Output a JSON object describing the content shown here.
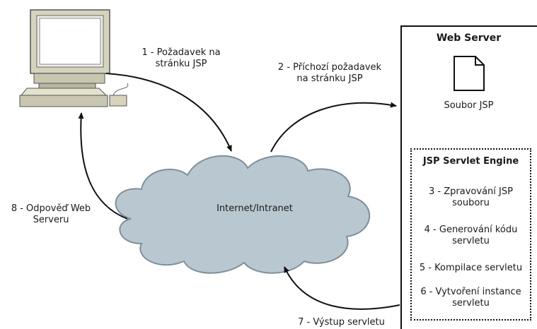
{
  "request_label": [
    "1 - Požadavek na",
    "stránku JSP"
  ],
  "incoming_label": [
    "2 - Příchozí požadavek",
    "na stránku JSP"
  ],
  "response_label": [
    "8 - Odpověď Web",
    "Serveru"
  ],
  "output_label": "7 - Výstup servletu",
  "cloud_label": "Internet/Intranet",
  "web_server": {
    "title": "Web Server",
    "file_label": "Soubor JSP"
  },
  "engine": {
    "title": "JSP Servlet Engine",
    "steps": [
      [
        "3 - Zpravování JSP",
        "souboru"
      ],
      [
        "4 - Generování kódu",
        "servletu"
      ],
      [
        "5 - Kompilace servletu"
      ],
      [
        "6 - Vytvoření instance",
        "servletu"
      ]
    ]
  },
  "colors": {
    "cloud_fill": "#b9c8d0",
    "cloud_stroke": "#7f8f98",
    "computer_body": "#d6d3bd",
    "computer_dark": "#9c9a88",
    "screen": "#ffffff",
    "ink": "#111111"
  },
  "icons": [
    "desktop-computer-icon",
    "document-icon",
    "cloud-icon"
  ]
}
